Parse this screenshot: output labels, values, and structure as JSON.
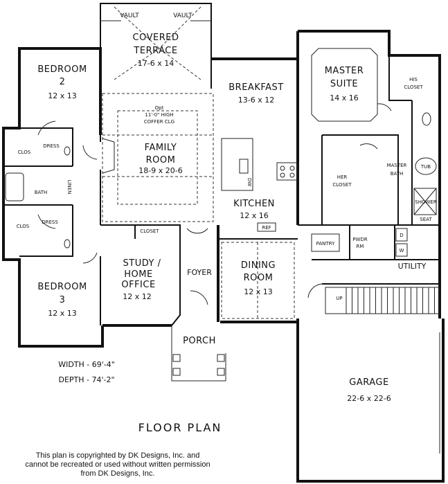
{
  "rooms": {
    "covered_terrace": {
      "name_1": "COVERED",
      "name_2": "TERRACE",
      "dims": "17-6 x 14"
    },
    "vault_left": "VAULT",
    "vault_right": "VAULT",
    "bedroom2": {
      "name_1": "BEDROOM",
      "name_2": "2",
      "dims": "12 x 13"
    },
    "breakfast": {
      "name": "BREAKFAST",
      "dims": "13-6 x 12"
    },
    "master_suite": {
      "name_1": "MASTER",
      "name_2": "SUITE",
      "dims": "14 x 16"
    },
    "his_closet": {
      "name_1": "HIS",
      "name_2": "CLOSET"
    },
    "coffer": {
      "line_1": "Opt",
      "line_2": "11'-0\" HIGH",
      "line_3": "COFFER CLG"
    },
    "family_room": {
      "name_1": "FAMILY",
      "name_2": "ROOM",
      "dims": "18-9 x 20-6"
    },
    "clos_upper": "CLOS",
    "dress_upper": "DRESS",
    "bath": "BATH",
    "linen": "LINEN",
    "clos_lower": "CLOS",
    "dress_lower": "DRESS",
    "dw": "DW",
    "kitchen": {
      "name": "KITCHEN",
      "dims": "12 x 16"
    },
    "ref": "REF",
    "her_closet": {
      "name_1": "HER",
      "name_2": "CLOSET"
    },
    "master_bath": {
      "name_1": "MASTER",
      "name_2": "BATH"
    },
    "tub": "TUB",
    "shower": "SHOWER",
    "seat": "SEAT",
    "closet": "CLOSET",
    "pantry": "PANTRY",
    "pwdr": {
      "name_1": "PWDR",
      "name_2": "RM"
    },
    "washer": "W",
    "dryer": "D",
    "utility": "UTILITY",
    "study": {
      "name_1": "STUDY /",
      "name_2": "HOME",
      "name_3": "OFFICE",
      "dims": "12 x 12"
    },
    "foyer": "FOYER",
    "dining": {
      "name_1": "DINING",
      "name_2": "ROOM",
      "dims": "12 x 13"
    },
    "up": "UP",
    "bedroom3": {
      "name_1": "BEDROOM",
      "name_2": "3",
      "dims": "12 x 13"
    },
    "porch": "PORCH",
    "garage": {
      "name": "GARAGE",
      "dims": "22-6 x 22-6"
    }
  },
  "dimensions": {
    "width": "WIDTH - 69'-4\"",
    "depth": "DEPTH - 74'-2\""
  },
  "title": "FLOOR PLAN",
  "copyright": {
    "line_1": "This plan is copyrighted by DK Designs, Inc. and",
    "line_2": "cannot be recreated or used without written permission",
    "line_3": "from DK Designs, Inc."
  }
}
